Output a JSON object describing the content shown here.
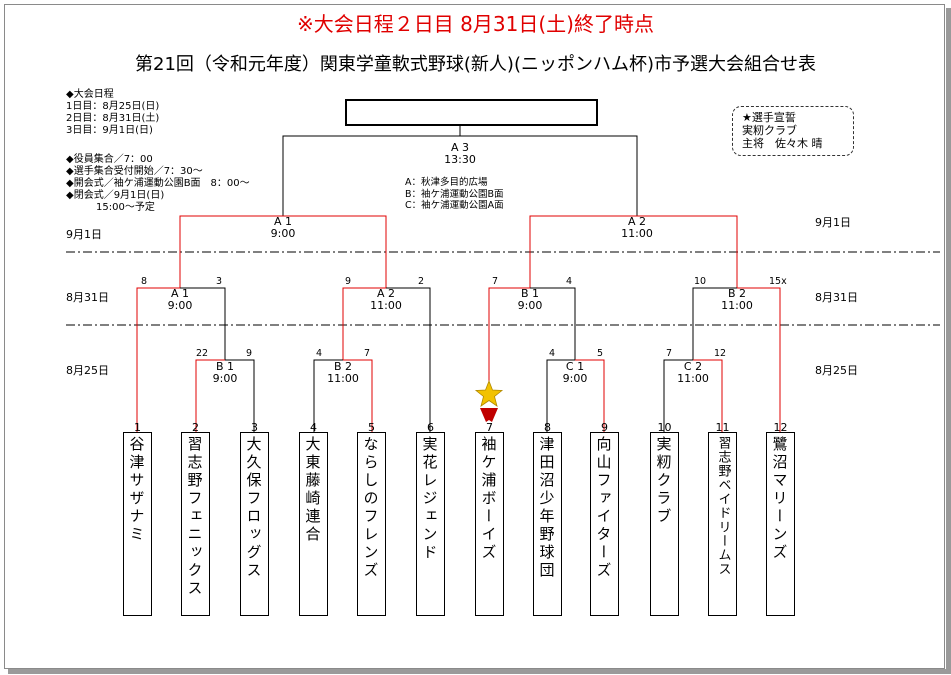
{
  "header": {
    "status": "※大会日程２日目 8月31日(土)終了時点",
    "title": "第21回（令和元年度）関東学童軟式野球(新人)(ニッポンハム杯)市予選大会組合せ表"
  },
  "schedule": {
    "heading": "◆大会日程",
    "day1": "1日目：8月25日(日)",
    "day2": "2日目：8月31日(土)",
    "day3": "3日目：9月1日(日)"
  },
  "times": {
    "staff": "◆役員集合／7：00",
    "players": "◆選手集合受付開始／7：30～",
    "opening": "◆開会式／袖ケ浦運動公園B面　8：00～",
    "closing": "◆閉会式／9月1日(日)",
    "closing_time": "15:00～予定"
  },
  "venues": {
    "a": "A：秋津多目的広場",
    "b": "B：袖ケ浦運動公園B面",
    "c": "C：袖ケ浦運動公園A面"
  },
  "award": {
    "line1": "★選手宣誓",
    "line2": "実籾クラブ",
    "line3": "主将　佐々木 晴"
  },
  "dates": {
    "left_sep1": "9月1日",
    "right_sep1": "9月1日",
    "left_sep2": "8月31日",
    "right_sep2": "8月31日",
    "left_day1": "8月25日",
    "right_day1": "8月25日"
  },
  "matches": {
    "final": {
      "code": "A 3",
      "time": "13:30"
    },
    "semi_left": {
      "code": "A 1",
      "time": "9:00"
    },
    "semi_right": {
      "code": "A 2",
      "time": "11:00"
    },
    "qf1": {
      "code": "A 1",
      "time": "9:00"
    },
    "qf2": {
      "code": "A 2",
      "time": "11:00"
    },
    "qf3": {
      "code": "B 1",
      "time": "9:00"
    },
    "qf4": {
      "code": "B 2",
      "time": "11:00"
    },
    "r1_b1": {
      "code": "B 1",
      "time": "9:00"
    },
    "r1_b2": {
      "code": "B 2",
      "time": "11:00"
    },
    "r1_c1": {
      "code": "C 1",
      "time": "9:00"
    },
    "r1_c2": {
      "code": "C 2",
      "time": "11:00"
    }
  },
  "scores": {
    "qf1_l": "8",
    "qf1_r": "3",
    "qf2_l": "9",
    "qf2_r": "2",
    "qf3_l": "7",
    "qf3_r": "4",
    "qf4_l": "10",
    "qf4_r": "15x",
    "b1_l": "22",
    "b1_r": "9",
    "b2_l": "4",
    "b2_r": "7",
    "c1_l": "4",
    "c1_r": "5",
    "c2_l": "7",
    "c2_r": "12"
  },
  "teams": [
    {
      "num": "1",
      "name": "谷津サザナミ"
    },
    {
      "num": "2",
      "name": "習志野フェニックス"
    },
    {
      "num": "3",
      "name": "大久保フロッグス"
    },
    {
      "num": "4",
      "name": "大東藤崎連合"
    },
    {
      "num": "5",
      "name": "ならしのフレンズ"
    },
    {
      "num": "6",
      "name": "実花レジェンド"
    },
    {
      "num": "7",
      "name": "袖ケ浦ボーイズ"
    },
    {
      "num": "8",
      "name": "津田沼少年野球団"
    },
    {
      "num": "9",
      "name": "向山ファイターズ"
    },
    {
      "num": "10",
      "name": "実籾クラブ"
    },
    {
      "num": "11",
      "name": "習志野ベイドリームス"
    },
    {
      "num": "12",
      "name": "鷺沼マリーンズ"
    }
  ],
  "colors": {
    "winner_line": "#e00000",
    "line": "#000000",
    "status_text": "#e00000"
  }
}
